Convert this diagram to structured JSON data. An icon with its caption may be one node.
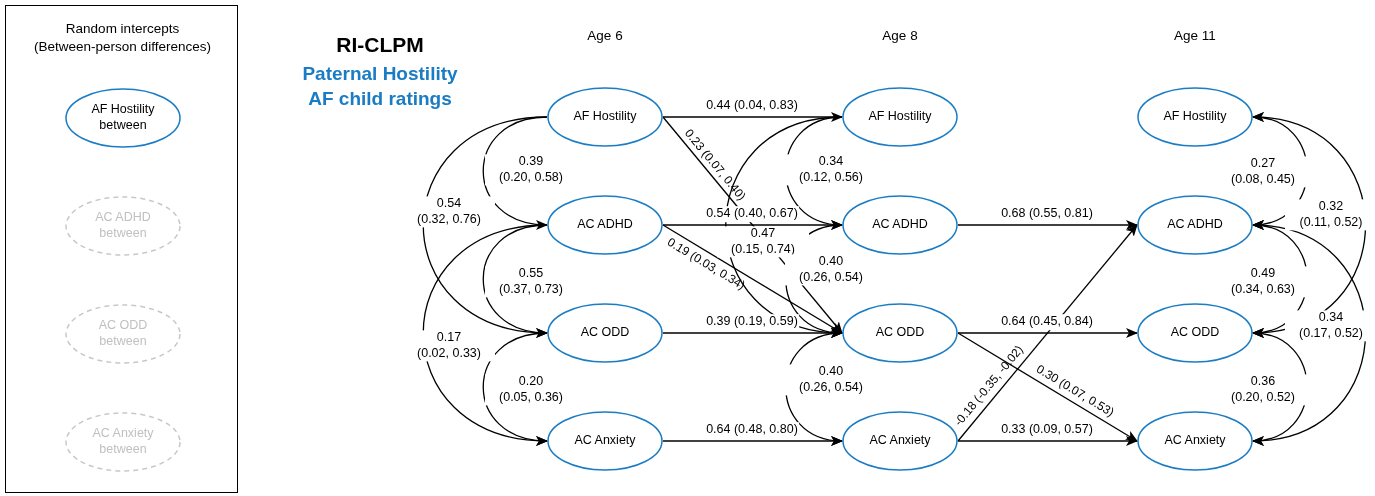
{
  "diagram": {
    "title": "RI-CLPM",
    "nodes": [
      {
        "text": [
          "Random intercepts (Between-person differences)"
        ]
      },
      {
        "text": [
          "AF Hostility between"
        ],
        "in": 0
      },
      {
        "text": [
          "AC ADHD between"
        ],
        "in": 0
      },
      {
        "text": [
          "AC ODD between"
        ],
        "in": 0
      },
      {
        "text": [
          "AC Anxiety between"
        ],
        "in": 0
      },
      {
        "text": [
          "AF Hostility"
        ]
      },
      {
        "text": [
          "AC ADHD"
        ]
      },
      {
        "text": [
          "AC ODD"
        ]
      },
      {
        "text": [
          "AC Anxiety"
        ]
      },
      {
        "text": [
          "AF Hostility"
        ]
      },
      {
        "text": [
          "AC ADHD"
        ]
      },
      {
        "text": [
          "AC ODD"
        ]
      },
      {
        "text": [
          "AC Anxiety"
        ]
      },
      {
        "text": [
          "AF Hostility"
        ]
      },
      {
        "text": [
          "AC ADHD"
        ]
      },
      {
        "text": [
          "AC ODD"
        ]
      },
      {
        "text": [
          "AC Anxiety"
        ]
      }
    ],
    "edges": [
      {
        "from": 5,
        "to": 9,
        "arrow": "to",
        "label": "0.44 (0.04, 0.83)"
      },
      {
        "from": 6,
        "to": 10,
        "arrow": "to",
        "label": "0.54 (0.40, 0.67)"
      },
      {
        "from": 7,
        "to": 11,
        "arrow": "to",
        "label": "0.39 (0.19, 0.59)"
      },
      {
        "from": 8,
        "to": 12,
        "arrow": "to",
        "label": "0.64 (0.48, 0.80)"
      },
      {
        "from": 5,
        "to": 11,
        "arrow": "to",
        "label": "0.23 (0.07, 0.40)"
      },
      {
        "from": 6,
        "to": 11,
        "arrow": "to",
        "label": "0.19 (0.03, 0.34)"
      },
      {
        "from": 10,
        "to": 14,
        "arrow": "to",
        "label": "0.68 (0.55, 0.81)"
      },
      {
        "from": 11,
        "to": 15,
        "arrow": "to",
        "label": "0.64 (0.45, 0.84)"
      },
      {
        "from": 12,
        "to": 16,
        "arrow": "to",
        "label": "0.33 (0.09, 0.57)"
      },
      {
        "from": 11,
        "to": 16,
        "arrow": "to",
        "label": "0.30 (0.07, 0.53)"
      },
      {
        "from": 12,
        "to": 14,
        "arrow": "to",
        "label": "-0.18 (-0.35, -0.02)"
      },
      {
        "from": 5,
        "to": 6,
        "arrow": "to",
        "label": "0.39 (0.20, 0.58)"
      },
      {
        "from": 5,
        "to": 7,
        "arrow": "to",
        "label": "0.54 (0.32, 0.76)"
      },
      {
        "from": 6,
        "to": 7,
        "arrow": "to",
        "label": "0.55 (0.37, 0.73)"
      },
      {
        "from": 6,
        "to": 8,
        "arrow": "to",
        "label": "0.17 (0.02, 0.33)"
      },
      {
        "from": 7,
        "to": 8,
        "arrow": "to",
        "label": "0.20 (0.05, 0.36)"
      },
      {
        "from": 9,
        "to": 10,
        "arrow": "to",
        "label": "0.34 (0.12, 0.56)"
      },
      {
        "from": 9,
        "to": 11,
        "arrow": "to",
        "label": "0.47 (0.15, 0.74)"
      },
      {
        "from": 10,
        "to": 11,
        "arrow": "to",
        "label": "0.40 (0.26, 0.54)"
      },
      {
        "from": 11,
        "to": 12,
        "arrow": "to",
        "label": "0.40 (0.26, 0.54)"
      },
      {
        "from": 13,
        "to": 14,
        "arrow": "both",
        "label": "0.27 (0.08, 0.45)"
      },
      {
        "from": 13,
        "to": 15,
        "arrow": "both",
        "label": "0.32 (0.11, 0.52)"
      },
      {
        "from": 14,
        "to": 15,
        "arrow": "both",
        "label": "0.49 (0.34, 0.63)"
      },
      {
        "from": 14,
        "to": 16,
        "arrow": "both",
        "label": "0.34 (0.17, 0.52)"
      },
      {
        "from": 15,
        "to": 16,
        "arrow": "both",
        "label": "0.36 (0.20, 0.52)"
      }
    ],
    "labels": [
      "Paternal Hostility AF child ratings",
      "Age 6",
      "Age 8",
      "Age 11"
    ]
  }
}
